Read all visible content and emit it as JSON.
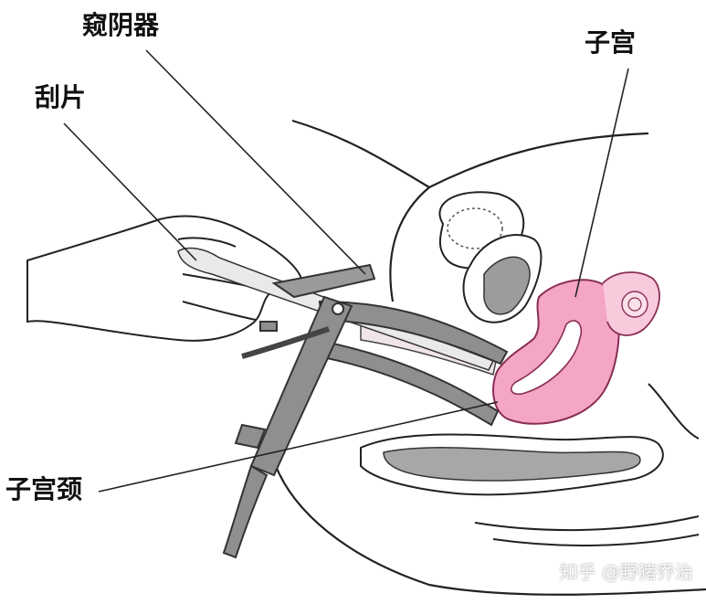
{
  "labels": {
    "speculum": "窥阴器",
    "uterus": "子宫",
    "spatula": "刮片",
    "cervix": "子宫颈"
  },
  "watermark": "知乎 @野猪乔治",
  "colors": {
    "uterus_fill": "#f4a6c4",
    "uterus_stroke": "#8a2e55",
    "tissue_gray": "#a7a7a7",
    "instrument_gray": "#8f8f8f",
    "line": "#222222"
  }
}
